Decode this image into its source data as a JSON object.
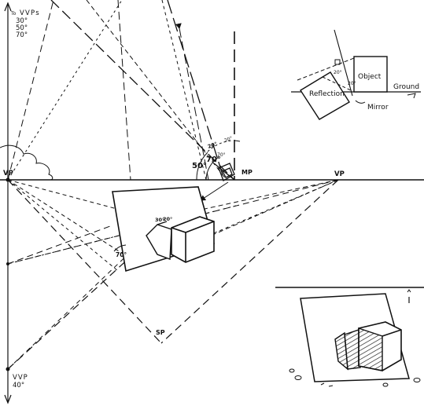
{
  "labels": {
    "vvp_group": "VVPs",
    "vvp_prefix": "To",
    "vvp_30": "30°",
    "vvp_50": "50°",
    "vvp_70": "70°",
    "vp_left": "VP",
    "vp_right": "VP",
    "mp": "MP",
    "sp": "SP",
    "vvp_bottom": "VVP",
    "vvp_bottom_angle": "40°",
    "angle_50": "50°",
    "angle_70": "70°",
    "angle_20": "20°",
    "angle_small_20": "20°",
    "angle_small_70": "70°",
    "mirror_angle_70": "70°",
    "mirror_angle_30": "30°",
    "mirror_angle_20": "20°",
    "inset_object": "Object",
    "inset_reflection": "Reflection",
    "inset_ground": "Ground",
    "inset_mirror": "Mirror",
    "inset_small_20a": "20°",
    "inset_small_20b": "20°"
  }
}
